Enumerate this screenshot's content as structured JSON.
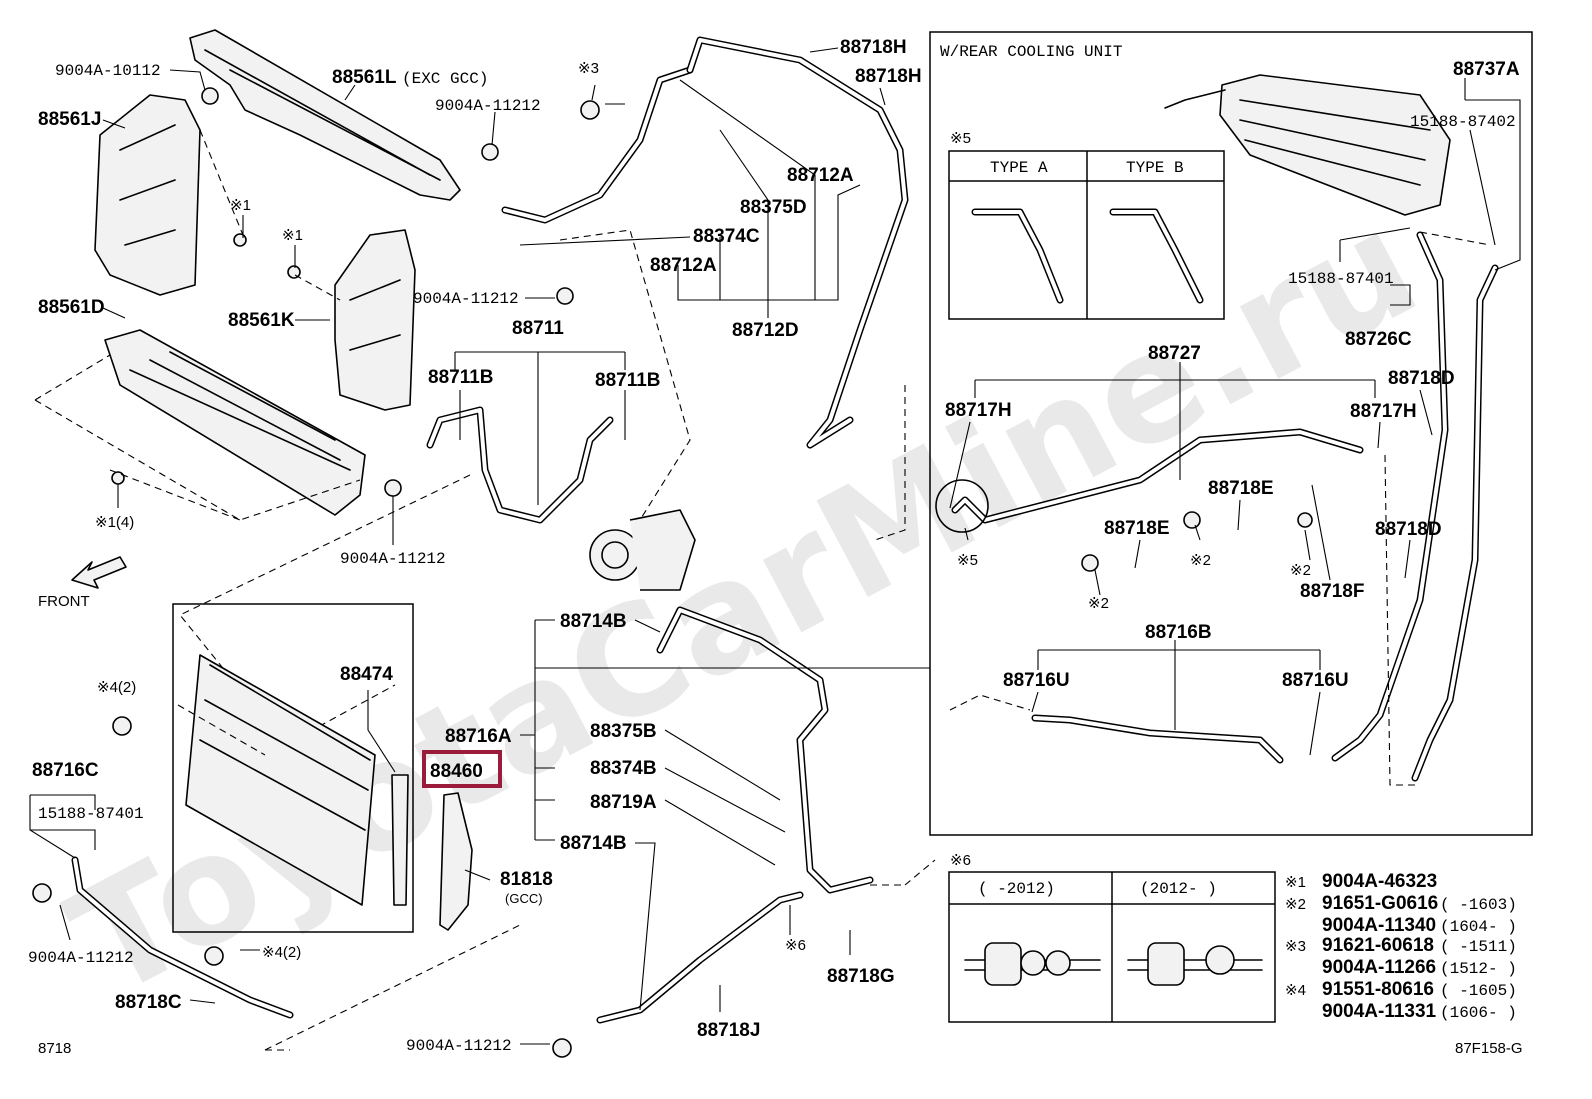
{
  "watermark": "ToyotaCarMine.ru",
  "labels": {
    "p_9004A_10112": "9004A-10112",
    "p_88561L": "88561L",
    "p_88561L_note": "(EXC GCC)",
    "p_88561J": "88561J",
    "p_x1_a": "※1",
    "p_x1_b": "※1",
    "p_88561D": "88561D",
    "p_88561K": "88561K",
    "p_x1_4": "※1(4)",
    "p_9004A_11212_bolt1": "9004A-11212",
    "p_front": "FRONT",
    "p_x3_top": "※3",
    "p_9004A_11212_top": "9004A-11212",
    "p_9004A_11212_mid": "9004A-11212",
    "p_88711": "88711",
    "p_88711B_l": "88711B",
    "p_88711B_r": "88711B",
    "p_88718H_a": "88718H",
    "p_88718H_b": "88718H",
    "p_88712A_a": "88712A",
    "p_88375D": "88375D",
    "p_88374C": "88374C",
    "p_88712A_b": "88712A",
    "p_88712D": "88712D",
    "p_88474": "88474",
    "p_88460": "88460",
    "p_x4_2_a": "※4(2)",
    "p_88716C": "88716C",
    "p_15188_87401_l": "15188-87401",
    "p_9004A_11212_low": "9004A-11212",
    "p_x4_2_b": "※4(2)",
    "p_88718C": "88718C",
    "p_8718": "8718",
    "p_81818": "81818",
    "p_81818_note": "(GCC)",
    "p_88714B_a": "88714B",
    "p_88716A": "88716A",
    "p_88375B": "88375B",
    "p_88374B": "88374B",
    "p_88719A": "88719A",
    "p_88714B_b": "88714B",
    "p_x6_small": "※6",
    "p_88718G": "88718G",
    "p_88718J": "88718J",
    "p_9004A_11212_bottom": "9004A-11212",
    "p_rear_title": "W/REAR COOLING UNIT",
    "p_88737A": "88737A",
    "p_15188_87402": "15188-87402",
    "p_x5_title": "※5",
    "p_type_a": "TYPE A",
    "p_type_b": "TYPE B",
    "p_15188_87401_r": "15188-87401",
    "p_88726C": "88726C",
    "p_88727": "88727",
    "p_88717H_l": "88717H",
    "p_88717H_r": "88717H",
    "p_88718D_a": "88718D",
    "p_88718D_b": "88718D",
    "p_88718E_a": "88718E",
    "p_88718E_b": "88718E",
    "p_x2_a": "※2",
    "p_x2_b": "※2",
    "p_x2_c": "※2",
    "p_88718F": "88718F",
    "p_x5_small": "※5",
    "p_88716B": "88716B",
    "p_88716U_l": "88716U",
    "p_88716U_r": "88716U",
    "p_x6_title": "※6",
    "p_range1": "(    -2012)",
    "p_range2": "(2012-    )",
    "p_code": "87F158-G"
  },
  "notes": [
    {
      "mark": "※1",
      "rows": [
        {
          "part": "9004A-46323",
          "range": ""
        }
      ]
    },
    {
      "mark": "※2",
      "rows": [
        {
          "part": "91651-G0616",
          "range": "(      -1603)"
        },
        {
          "part": "9004A-11340",
          "range": "(1604-      )"
        }
      ]
    },
    {
      "mark": "※3",
      "rows": [
        {
          "part": "91621-60618",
          "range": "(      -1511)"
        },
        {
          "part": "9004A-11266",
          "range": "(1512-      )"
        }
      ]
    },
    {
      "mark": "※4",
      "rows": [
        {
          "part": "91551-80616",
          "range": "(      -1605)"
        },
        {
          "part": "9004A-11331",
          "range": "(1606-      )"
        }
      ]
    }
  ],
  "highlight_color": "#9b1b3a"
}
